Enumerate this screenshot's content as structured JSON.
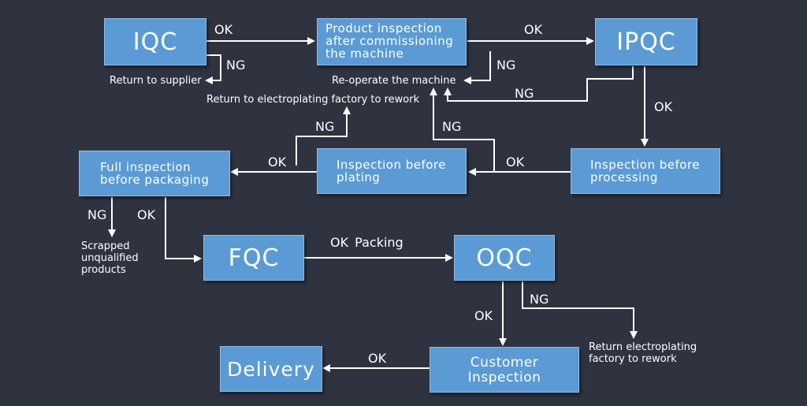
{
  "nodes": {
    "iqc": "IQC",
    "commissioning": "Product inspection\nafter commissioning\nthe machine",
    "ipqc": "IPQC",
    "full_inspection": "Full inspection\nbefore packaging",
    "before_plating": "Inspection before\nplating",
    "before_processing": "Inspection before\nprocessing",
    "fqc": "FQC",
    "oqc": "OQC",
    "delivery": "Delivery",
    "customer": "Customer\nInspection"
  },
  "edge_labels": {
    "iqc_ok": "OK",
    "iqc_ng": "NG",
    "commissioning_ok": "OK",
    "commissioning_ng": "NG",
    "ipqc_ng": "NG",
    "ipqc_ok": "OK",
    "processing_ok": "OK",
    "plating_ng_machine": "NG",
    "plating_ng_rework": "NG",
    "plating_ok": "OK",
    "full_ng": "NG",
    "full_ok": "OK",
    "fqc_ok_packing": "OK  Packing",
    "oqc_ok": "OK",
    "oqc_ng": "NG",
    "customer_ok": "OK"
  },
  "notes": {
    "return_supplier": "Return to supplier",
    "reoperate": "Re-operate the machine",
    "return_electroplating": "Return to electroplating factory to rework",
    "scrapped": "Scrapped\nunqualified\nproducts",
    "return_electroplating_2": "Return electroplating\nfactory to rework"
  },
  "colors": {
    "background": "#2f3340",
    "box_fill": "#5b9bd5",
    "box_border": "#8fbbe6",
    "line": "#ffffff"
  }
}
